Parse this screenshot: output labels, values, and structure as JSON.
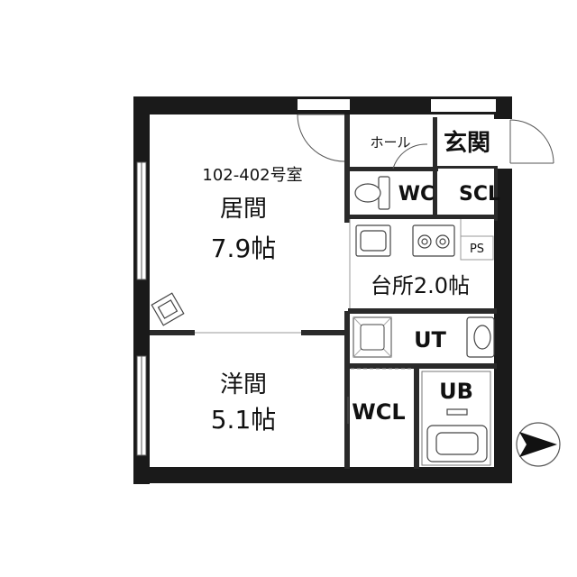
{
  "unit_name": "102-402号室",
  "rooms": {
    "living": {
      "name": "居間",
      "size": "7.9帖"
    },
    "western": {
      "name": "洋間",
      "size": "5.1帖"
    },
    "kitchen": {
      "label": "台所2.0帖"
    },
    "hall": "ホール",
    "entrance": "玄関",
    "wc": "WC",
    "scl": "SCL",
    "ps": "PS",
    "ut": "UT",
    "ub": "UB",
    "wcl": "WCL"
  },
  "colors": {
    "wall": "#1a1a1a",
    "line": "#333333",
    "thin": "#888888"
  },
  "icons": [
    "toilet-icon",
    "sink-icon",
    "stove-icon",
    "washer-icon",
    "washbasin-icon",
    "bathtub-icon",
    "chair-icon",
    "north-arrow-icon"
  ]
}
